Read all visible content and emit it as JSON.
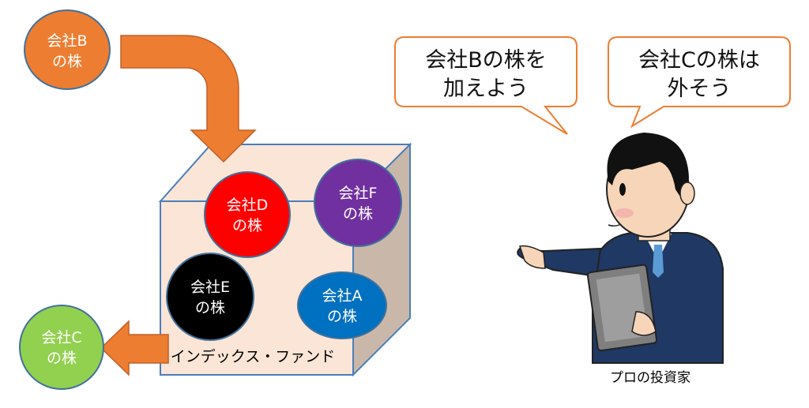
{
  "stocks": {
    "b": {
      "line1": "会社B",
      "line2": "の株",
      "color": "#ED7D31"
    },
    "c": {
      "line1": "会社C",
      "line2": "の株",
      "color": "#92D050"
    },
    "d": {
      "line1": "会社D",
      "line2": "の株",
      "color": "#FF0000"
    },
    "e": {
      "line1": "会社E",
      "line2": "の株",
      "color": "#000000"
    },
    "f": {
      "line1": "会社F",
      "line2": "の株",
      "color": "#7030A0"
    },
    "a": {
      "line1": "会社A",
      "line2": "の株",
      "color": "#0070C0"
    }
  },
  "fund": {
    "label": "インデックス・ファンド"
  },
  "bubbles": [
    {
      "line1": "会社Bの株を",
      "line2": "加えよう"
    },
    {
      "line1": "会社Cの株は",
      "line2": "外そう"
    }
  ],
  "investor": {
    "caption": "プロの投資家"
  }
}
